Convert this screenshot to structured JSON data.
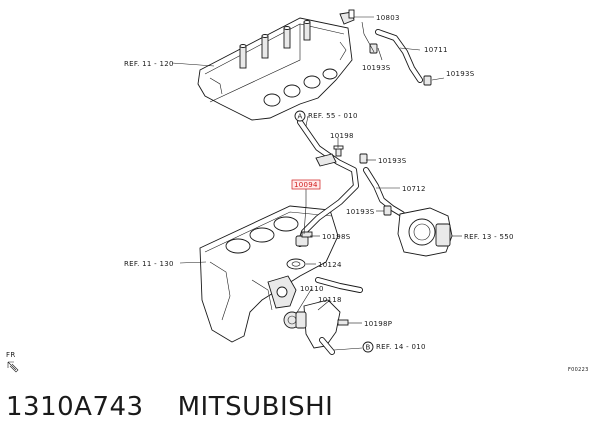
{
  "labels": {
    "p10803": "10803",
    "p10711": "10711",
    "p10193s_a": "10193S",
    "p10193s_b": "10193S",
    "ref11_120": "REF. 11 - 120",
    "refA": "REF. 55 - 010",
    "p10198": "10198",
    "p10193s_c": "10193S",
    "p10094": "10094",
    "p10712": "10712",
    "p10193s_d": "10193S",
    "ref13_550": "REF. 13 - 550",
    "p10198s": "10198S",
    "ref11_130": "REF. 11 - 130",
    "p10124": "10124",
    "p10110": "10110",
    "p10118": "10118",
    "p10198p": "10198P",
    "refB": "REF. 14 - 010",
    "circleA": "A",
    "circleB": "B",
    "fr": "FR",
    "figure_code": "F00223"
  },
  "highlight_color": "#d11a1a",
  "caption": {
    "part_number": "1310A743",
    "brand": "MITSUBISHI"
  }
}
